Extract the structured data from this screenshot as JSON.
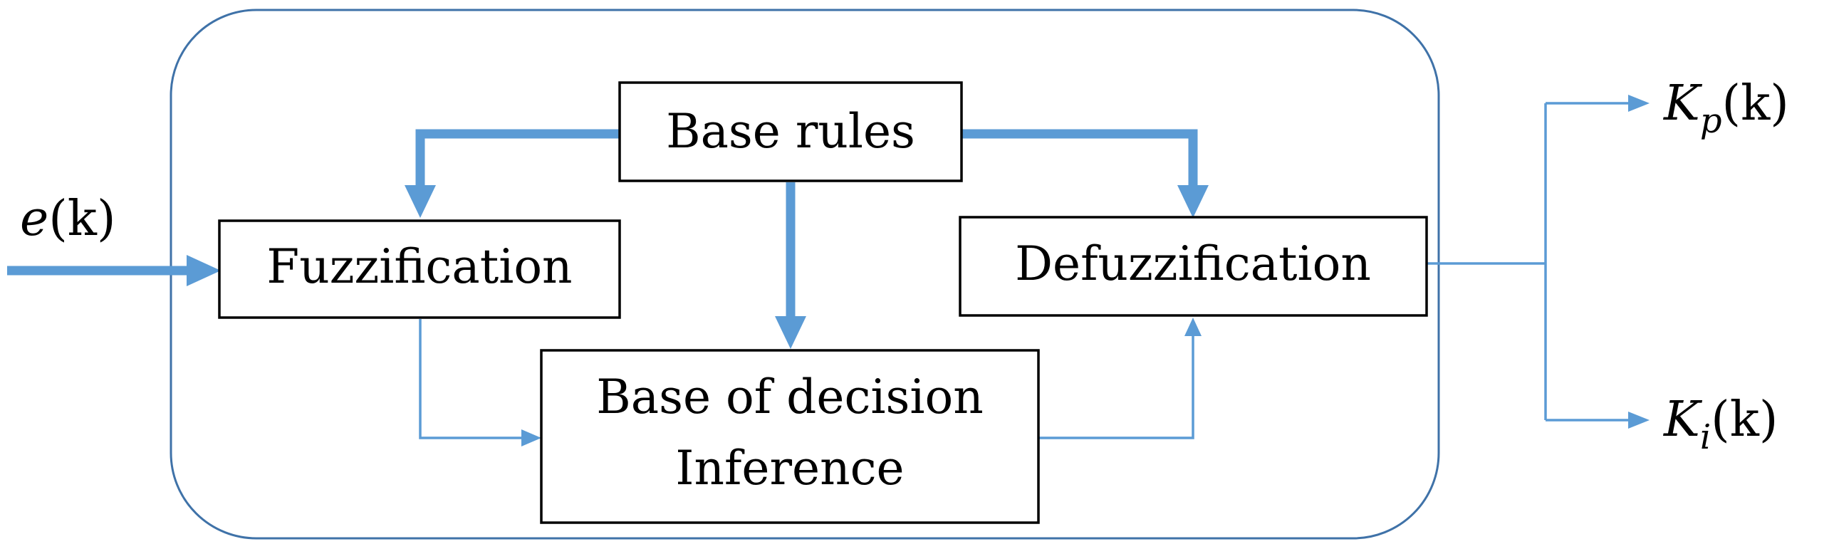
{
  "blocks": {
    "base_rules": "Base rules",
    "fuzzification": "Fuzzification",
    "defuzzification": "Defuzzification",
    "inference_line1": "Base of decision",
    "inference_line2": "Inference"
  },
  "signals": {
    "input_symbol": "e",
    "input_arg": "(k)",
    "output1_symbol": "K",
    "output1_subscript": "p",
    "output1_arg": "(k)",
    "output2_symbol": "K",
    "output2_subscript": "i",
    "output2_arg": "(k)"
  },
  "colors": {
    "arrow": "#5b9bd5",
    "container_border": "#3f72a8",
    "block_border": "#000000"
  }
}
